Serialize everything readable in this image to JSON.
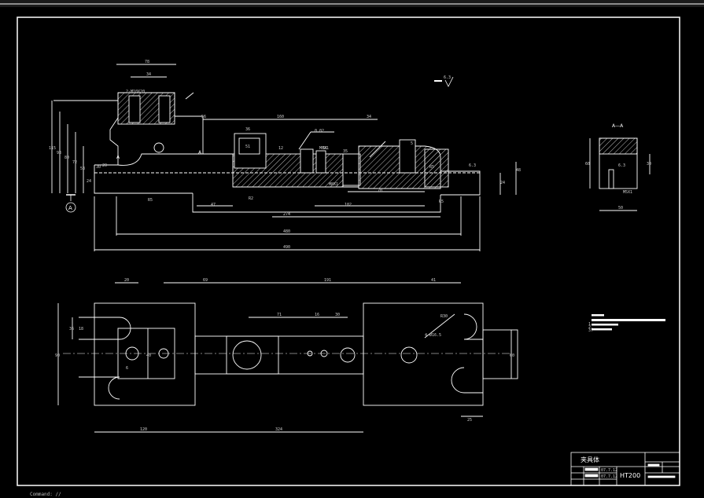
{
  "title_block": {
    "part_name": "夹具体",
    "material": "HT200",
    "cells": [
      "07.7.12",
      "07.7.12"
    ]
  },
  "section_label": "A—A",
  "datum_label": "A",
  "view_arrow_labels": [
    "A",
    "A"
  ],
  "roughness_note": "6.3",
  "front_view_dims": {
    "top": [
      "78",
      "34",
      "2-M10X20",
      "56",
      "160",
      "34",
      "36",
      "51",
      "12",
      "51",
      "5"
    ],
    "middle": [
      "0.02",
      "M8X1",
      "M8X1",
      "35"
    ],
    "left": [
      "115",
      "93",
      "80",
      "72",
      "53",
      "24",
      "30"
    ],
    "lower": [
      "20",
      "R5",
      "R2",
      "47",
      "102",
      "70",
      "274",
      "480",
      "490"
    ],
    "right": [
      "48",
      "24",
      "R5",
      "R5",
      "6.3"
    ]
  },
  "section_dims": [
    "60",
    "30",
    "M5X1",
    "50",
    "6.3"
  ],
  "plan_view_dims": {
    "top": [
      "20",
      "69",
      "191",
      "41"
    ],
    "middle": [
      "71",
      "16",
      "30"
    ],
    "left": [
      "90",
      "36",
      "18",
      "40",
      "6"
    ],
    "right": [
      "R30",
      "4-Ø16.5",
      "60",
      "25"
    ],
    "bottom": [
      "120",
      "324"
    ]
  },
  "tech_requirements": [
    "1.",
    "2.",
    "3."
  ],
  "status": "Command: //"
}
